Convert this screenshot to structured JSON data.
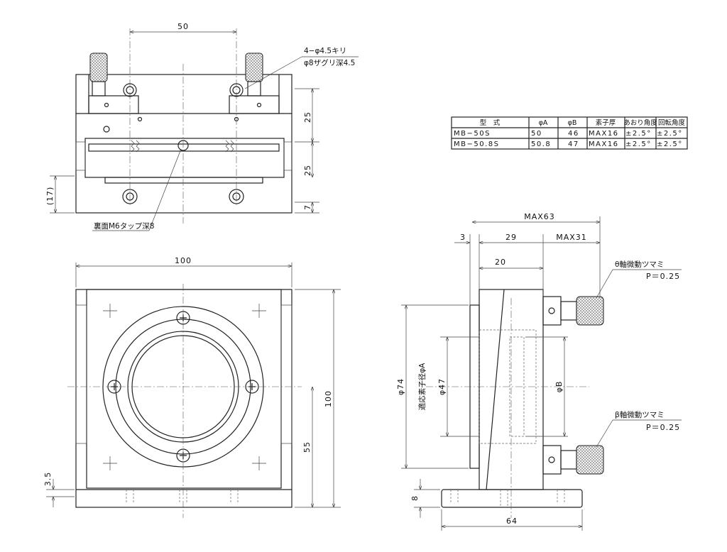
{
  "top_view": {
    "dim_width": "50",
    "hole_note_1": "4−φ4.5キリ",
    "hole_note_2": "φ8ザグリ深4.5",
    "dim_right_1": "25",
    "dim_right_2": "25",
    "dim_right_3": "7",
    "dim_left": "(17)",
    "tap_note": "裏面M6タップ深8"
  },
  "front_view": {
    "dim_width": "100",
    "dim_height": "100",
    "dim_center": "55",
    "dim_base": "3.5"
  },
  "side_view": {
    "dim_max63": "MAX63",
    "dim_3": "3",
    "dim_29": "29",
    "dim_max31": "MAX31",
    "dim_20": "20",
    "dim_phi74": "φ74",
    "dim_element": "適応素子径φA",
    "dim_phi47": "φ47",
    "dim_phiB": "φB",
    "dim_base": "8",
    "dim_64": "64",
    "theta_knob": "θ軸微動ツマミ",
    "theta_pitch": "P＝0.25",
    "beta_knob": "β軸微動ツマミ",
    "beta_pitch": "P＝0.25"
  },
  "spec_table": {
    "headers": [
      "型　式",
      "φA",
      "φB",
      "素子厚",
      "あおり角度",
      "回転角度"
    ],
    "rows": [
      [
        "MB−50S",
        "50",
        "46",
        "MAX16",
        "±2.5°",
        "±2.5°"
      ],
      [
        "MB−50.8S",
        "50.8",
        "47",
        "MAX16",
        "±2.5°",
        "±2.5°"
      ]
    ]
  }
}
